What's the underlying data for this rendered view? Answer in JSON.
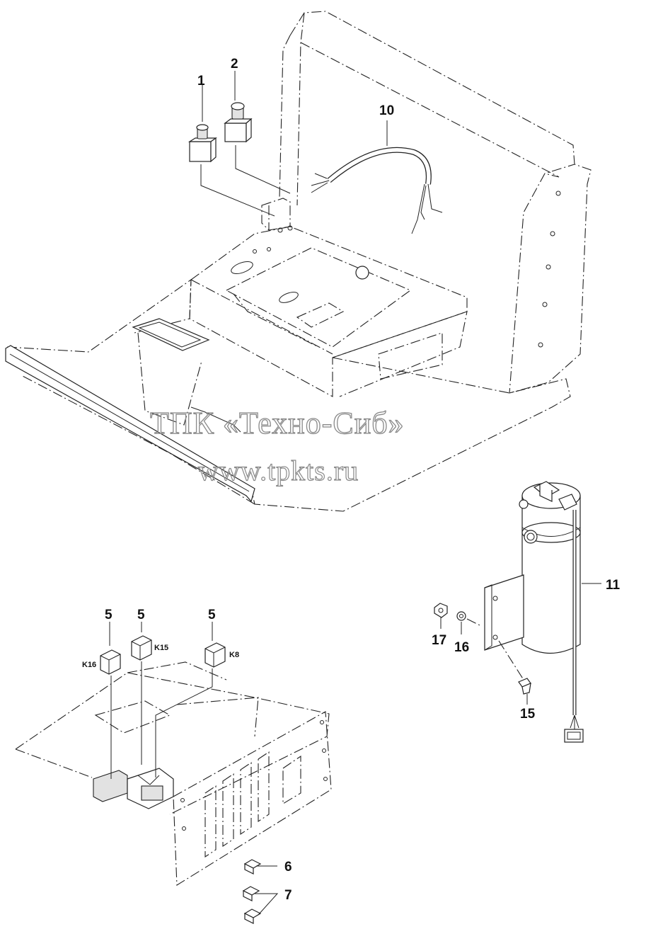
{
  "callouts": {
    "c1": "1",
    "c2": "2",
    "c10": "10",
    "c11": "11",
    "c5a": "5",
    "c5b": "5",
    "c5c": "5",
    "c17": "17",
    "c16": "16",
    "c15": "15",
    "c6": "6",
    "c7": "7"
  },
  "relay_labels": {
    "k16": "K16",
    "k15": "K15",
    "k8": "K8"
  },
  "watermark": {
    "line1": "ТПК «Техно-Сиб»",
    "line2": "www.tpkts.ru"
  }
}
